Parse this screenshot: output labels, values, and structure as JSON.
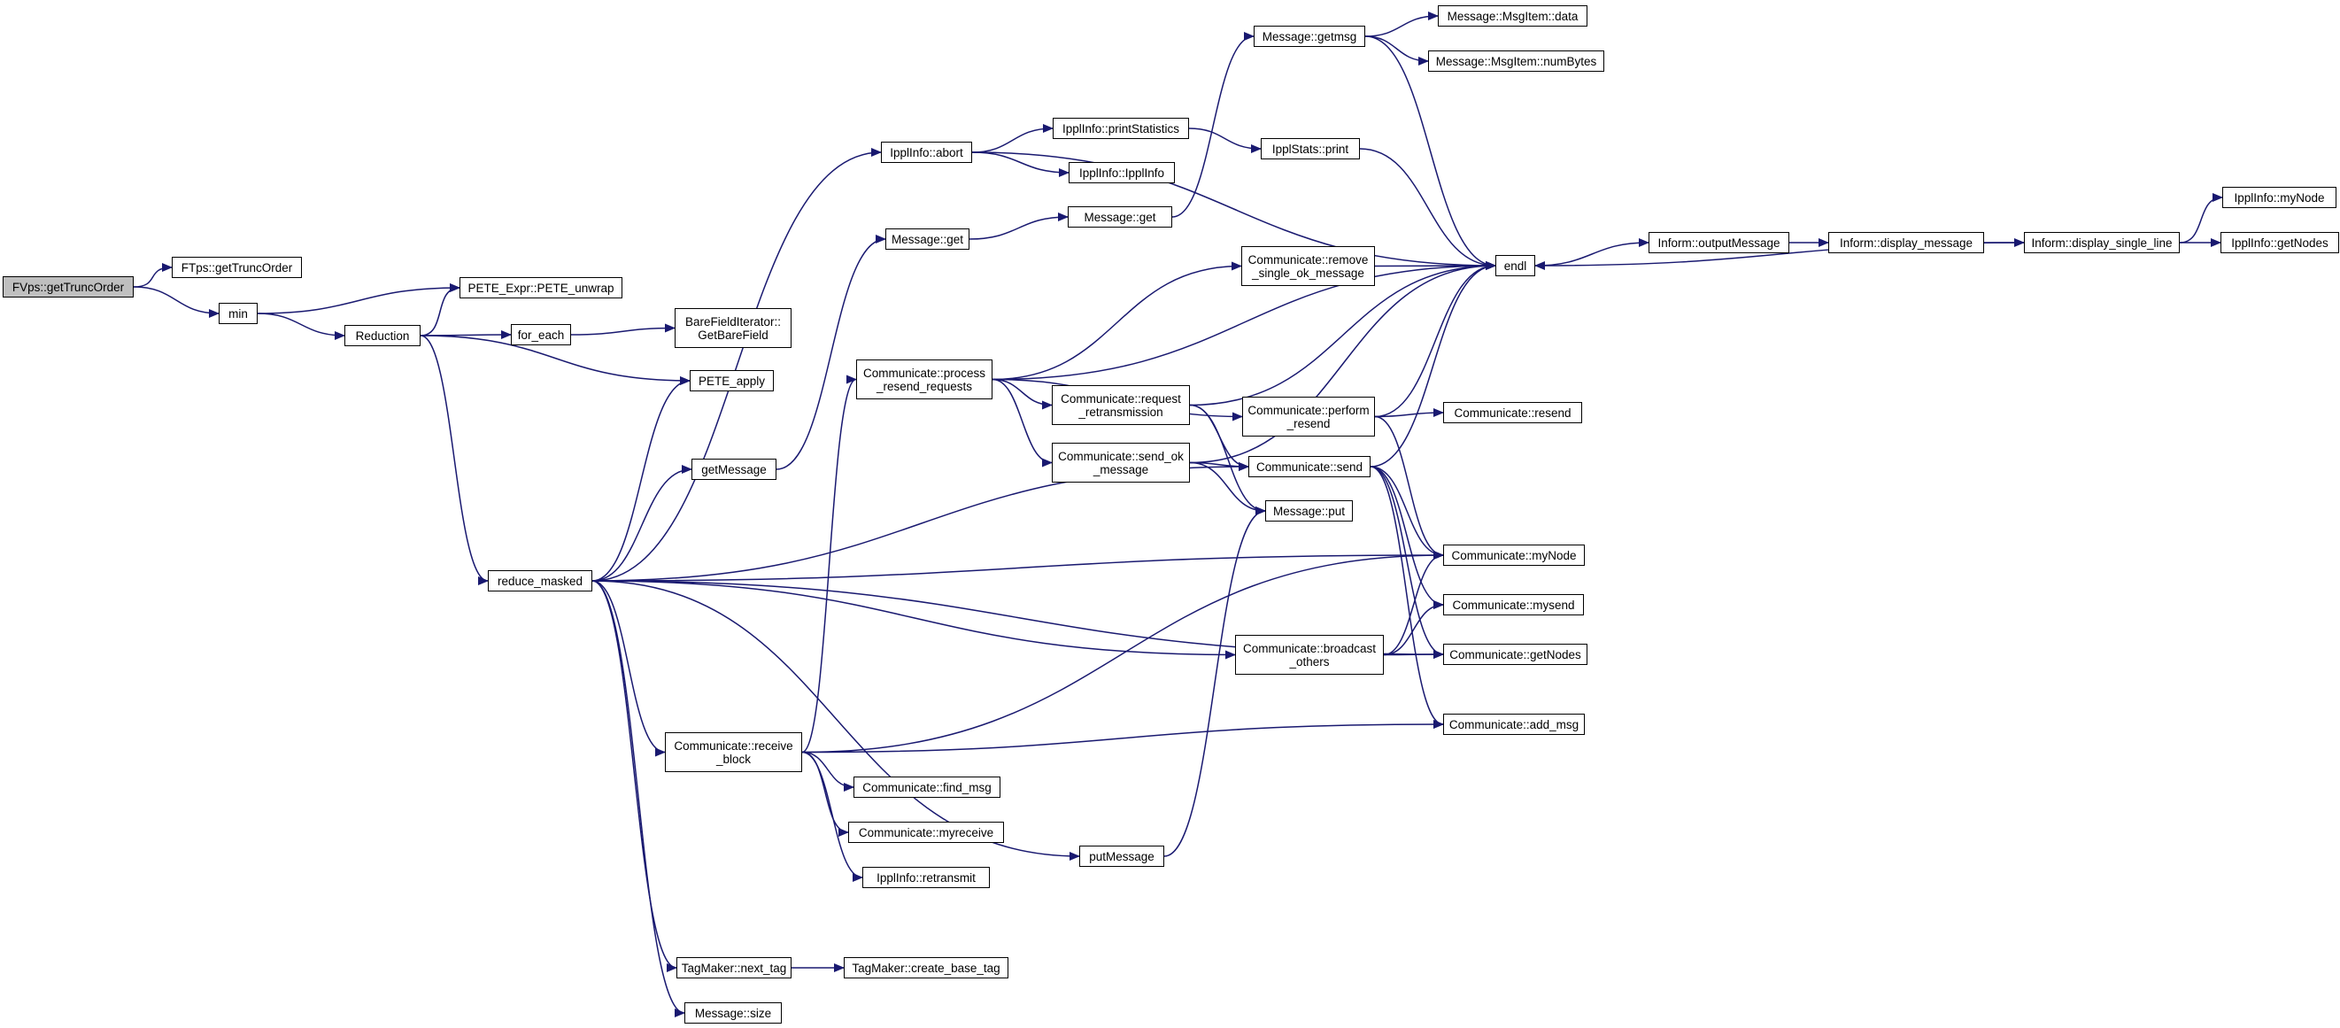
{
  "diagram": {
    "type": "call-graph",
    "colors": {
      "edge": "#191970",
      "node_border": "#000000",
      "node_fill": "#ffffff",
      "root_fill": "#bfbfbf"
    },
    "nodes": [
      {
        "id": "root",
        "label": "FVps::getTruncOrder"
      },
      {
        "id": "ftps_gettrunc",
        "label": "FTps::getTruncOrder"
      },
      {
        "id": "min",
        "label": "min"
      },
      {
        "id": "pete_unwrap",
        "label": "PETE_Expr::PETE_unwrap"
      },
      {
        "id": "reduction",
        "label": "Reduction"
      },
      {
        "id": "for_each",
        "label": "for_each"
      },
      {
        "id": "barefield",
        "label": "BareFieldIterator::\nGetBareField"
      },
      {
        "id": "pete_apply",
        "label": "PETE_apply"
      },
      {
        "id": "reduce_masked",
        "label": "reduce_masked"
      },
      {
        "id": "getmessage",
        "label": "getMessage"
      },
      {
        "id": "ippl_abort",
        "label": "IpplInfo::abort"
      },
      {
        "id": "ippl_printstats",
        "label": "IpplInfo::printStatistics"
      },
      {
        "id": "ippl_ipplinfo",
        "label": "IpplInfo::IpplInfo"
      },
      {
        "id": "ippl_stats_print",
        "label": "IpplStats::print"
      },
      {
        "id": "message_get_free",
        "label": "Message::get"
      },
      {
        "id": "message_get",
        "label": "Message::get"
      },
      {
        "id": "message_getmsg",
        "label": "Message::getmsg"
      },
      {
        "id": "msgitem_data",
        "label": "Message::MsgItem::data"
      },
      {
        "id": "msgitem_numbytes",
        "label": "Message::MsgItem::numBytes"
      },
      {
        "id": "endl",
        "label": "endl"
      },
      {
        "id": "inform_output",
        "label": "Inform::outputMessage"
      },
      {
        "id": "inform_display_msg",
        "label": "Inform::display_message"
      },
      {
        "id": "inform_display_line",
        "label": "Inform::display_single_line"
      },
      {
        "id": "ippl_mynode",
        "label": "IpplInfo::myNode"
      },
      {
        "id": "ippl_getnodes",
        "label": "IpplInfo::getNodes"
      },
      {
        "id": "comm_process_resend",
        "label": "Communicate::process\n_resend_requests"
      },
      {
        "id": "comm_remove_ok",
        "label": "Communicate::remove\n_single_ok_message"
      },
      {
        "id": "comm_request_retrans",
        "label": "Communicate::request\n_retransmission"
      },
      {
        "id": "comm_perform_resend",
        "label": "Communicate::perform\n_resend"
      },
      {
        "id": "comm_resend",
        "label": "Communicate::resend"
      },
      {
        "id": "comm_send_ok",
        "label": "Communicate::send_ok\n_message"
      },
      {
        "id": "comm_send",
        "label": "Communicate::send"
      },
      {
        "id": "message_put",
        "label": "Message::put"
      },
      {
        "id": "comm_mynode",
        "label": "Communicate::myNode"
      },
      {
        "id": "comm_mysend",
        "label": "Communicate::mysend"
      },
      {
        "id": "comm_broadcast",
        "label": "Communicate::broadcast\n_others"
      },
      {
        "id": "comm_getnodes",
        "label": "Communicate::getNodes"
      },
      {
        "id": "comm_add_msg",
        "label": "Communicate::add_msg"
      },
      {
        "id": "comm_receive_block",
        "label": "Communicate::receive\n_block"
      },
      {
        "id": "comm_find_msg",
        "label": "Communicate::find_msg"
      },
      {
        "id": "comm_myreceive",
        "label": "Communicate::myreceive"
      },
      {
        "id": "ippl_retransmit",
        "label": "IpplInfo::retransmit"
      },
      {
        "id": "putmessage",
        "label": "putMessage"
      },
      {
        "id": "tag_next",
        "label": "TagMaker::next_tag"
      },
      {
        "id": "tag_create_base",
        "label": "TagMaker::create_base_tag"
      },
      {
        "id": "message_size",
        "label": "Message::size"
      }
    ],
    "edges": [
      [
        "root",
        "ftps_gettrunc"
      ],
      [
        "root",
        "min"
      ],
      [
        "min",
        "pete_unwrap"
      ],
      [
        "min",
        "reduction"
      ],
      [
        "reduction",
        "pete_unwrap"
      ],
      [
        "reduction",
        "for_each"
      ],
      [
        "reduction",
        "pete_apply"
      ],
      [
        "reduction",
        "reduce_masked"
      ],
      [
        "for_each",
        "barefield"
      ],
      [
        "reduce_masked",
        "pete_apply"
      ],
      [
        "reduce_masked",
        "ippl_abort"
      ],
      [
        "reduce_masked",
        "getmessage"
      ],
      [
        "reduce_masked",
        "comm_send"
      ],
      [
        "reduce_masked",
        "comm_mynode"
      ],
      [
        "reduce_masked",
        "comm_broadcast"
      ],
      [
        "reduce_masked",
        "comm_getnodes"
      ],
      [
        "reduce_masked",
        "comm_receive_block"
      ],
      [
        "reduce_masked",
        "putmessage"
      ],
      [
        "reduce_masked",
        "tag_next"
      ],
      [
        "reduce_masked",
        "message_size"
      ],
      [
        "getmessage",
        "message_get_free"
      ],
      [
        "message_get_free",
        "message_get"
      ],
      [
        "message_get",
        "message_getmsg"
      ],
      [
        "message_getmsg",
        "msgitem_data"
      ],
      [
        "message_getmsg",
        "msgitem_numbytes"
      ],
      [
        "message_getmsg",
        "endl"
      ],
      [
        "ippl_abort",
        "endl"
      ],
      [
        "ippl_abort",
        "ippl_printstats"
      ],
      [
        "ippl_abort",
        "ippl_ipplinfo"
      ],
      [
        "ippl_printstats",
        "ippl_stats_print"
      ],
      [
        "ippl_stats_print",
        "endl"
      ],
      [
        "endl",
        "inform_output"
      ],
      [
        "inform_output",
        "inform_display_msg"
      ],
      [
        "inform_display_msg",
        "inform_display_line"
      ],
      [
        "inform_display_line",
        "endl"
      ],
      [
        "inform_display_line",
        "ippl_mynode"
      ],
      [
        "inform_display_line",
        "ippl_getnodes"
      ],
      [
        "comm_process_resend",
        "endl"
      ],
      [
        "comm_process_resend",
        "comm_remove_ok"
      ],
      [
        "comm_process_resend",
        "comm_request_retrans"
      ],
      [
        "comm_process_resend",
        "comm_perform_resend"
      ],
      [
        "comm_process_resend",
        "comm_send_ok"
      ],
      [
        "comm_remove_ok",
        "endl"
      ],
      [
        "comm_request_retrans",
        "endl"
      ],
      [
        "comm_request_retrans",
        "comm_send"
      ],
      [
        "comm_request_retrans",
        "message_put"
      ],
      [
        "comm_perform_resend",
        "endl"
      ],
      [
        "comm_perform_resend",
        "comm_resend"
      ],
      [
        "comm_perform_resend",
        "comm_mynode"
      ],
      [
        "comm_send_ok",
        "endl"
      ],
      [
        "comm_send_ok",
        "comm_send"
      ],
      [
        "comm_send_ok",
        "message_put"
      ],
      [
        "comm_send",
        "endl"
      ],
      [
        "comm_send",
        "comm_mynode"
      ],
      [
        "comm_send",
        "comm_mysend"
      ],
      [
        "comm_send",
        "comm_getnodes"
      ],
      [
        "comm_send",
        "comm_add_msg"
      ],
      [
        "comm_broadcast",
        "comm_mynode"
      ],
      [
        "comm_broadcast",
        "comm_mysend"
      ],
      [
        "comm_broadcast",
        "comm_getnodes"
      ],
      [
        "comm_receive_block",
        "comm_process_resend"
      ],
      [
        "comm_receive_block",
        "comm_mynode"
      ],
      [
        "comm_receive_block",
        "comm_add_msg"
      ],
      [
        "comm_receive_block",
        "comm_find_msg"
      ],
      [
        "comm_receive_block",
        "comm_myreceive"
      ],
      [
        "comm_receive_block",
        "ippl_retransmit"
      ],
      [
        "putmessage",
        "message_put"
      ],
      [
        "tag_next",
        "tag_create_base"
      ]
    ]
  }
}
